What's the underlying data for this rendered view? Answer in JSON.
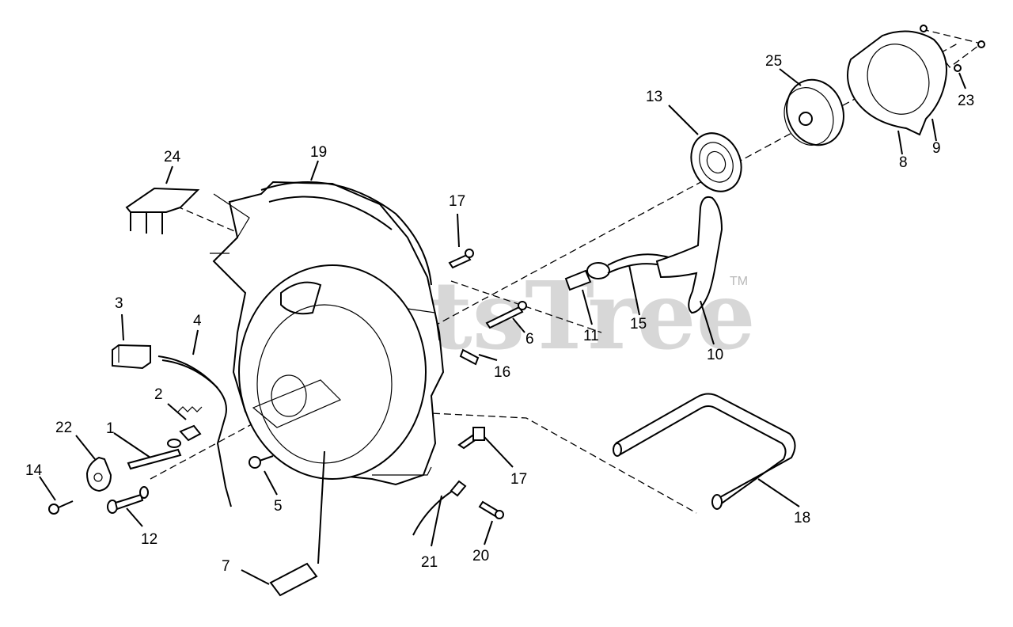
{
  "watermark": {
    "text": "PartsTree",
    "trademark": "TM"
  },
  "callouts": [
    {
      "id": "c1",
      "label": "1"
    },
    {
      "id": "c2",
      "label": "2"
    },
    {
      "id": "c3",
      "label": "3"
    },
    {
      "id": "c4",
      "label": "4"
    },
    {
      "id": "c5",
      "label": "5"
    },
    {
      "id": "c6",
      "label": "6"
    },
    {
      "id": "c7",
      "label": "7"
    },
    {
      "id": "c8",
      "label": "8"
    },
    {
      "id": "c9",
      "label": "9"
    },
    {
      "id": "c10",
      "label": "10"
    },
    {
      "id": "c11",
      "label": "11"
    },
    {
      "id": "c12",
      "label": "12"
    },
    {
      "id": "c13",
      "label": "13"
    },
    {
      "id": "c14",
      "label": "14"
    },
    {
      "id": "c15",
      "label": "15"
    },
    {
      "id": "c16",
      "label": "16"
    },
    {
      "id": "c17a",
      "label": "17"
    },
    {
      "id": "c17b",
      "label": "17"
    },
    {
      "id": "c18",
      "label": "18"
    },
    {
      "id": "c19",
      "label": "19"
    },
    {
      "id": "c20",
      "label": "20"
    },
    {
      "id": "c21",
      "label": "21"
    },
    {
      "id": "c22",
      "label": "22"
    },
    {
      "id": "c23",
      "label": "23"
    },
    {
      "id": "c24",
      "label": "24"
    },
    {
      "id": "c25",
      "label": "25"
    }
  ]
}
